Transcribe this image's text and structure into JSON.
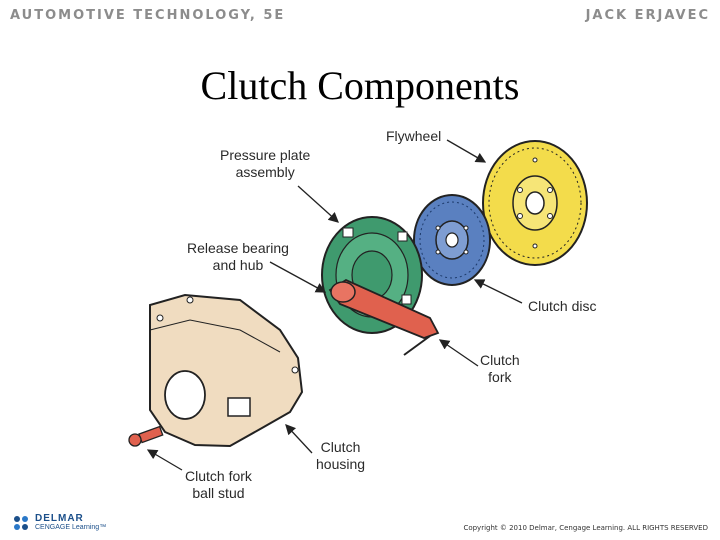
{
  "header": {
    "book_title": "AUTOMOTIVE TECHNOLOGY, 5E",
    "author": "JACK ERJAVEC"
  },
  "slide": {
    "title": "Clutch Components"
  },
  "labels": {
    "flywheel": "Flywheel",
    "pressure_plate_l1": "Pressure plate",
    "pressure_plate_l2": "assembly",
    "release_bearing_l1": "Release bearing",
    "release_bearing_l2": "and hub",
    "clutch_disc": "Clutch disc",
    "clutch_fork_l1": "Clutch",
    "clutch_fork_l2": "fork",
    "clutch_housing_l1": "Clutch",
    "clutch_housing_l2": "housing",
    "ball_stud_l1": "Clutch fork",
    "ball_stud_l2": "ball stud"
  },
  "footer": {
    "logo_top": "DELMAR",
    "logo_sub": "CENGAGE Learning™",
    "copyright": "Copyright © 2010 Delmar, Cengage Learning. ALL RIGHTS RESERVED"
  },
  "colors": {
    "flywheel": "#f3dc4b",
    "clutch_disc": "#5a80c0",
    "pressure_plate": "#3f9a6e",
    "clutch_fork": "#e0614e",
    "housing": "#f0dcc0",
    "outline": "#222222"
  }
}
